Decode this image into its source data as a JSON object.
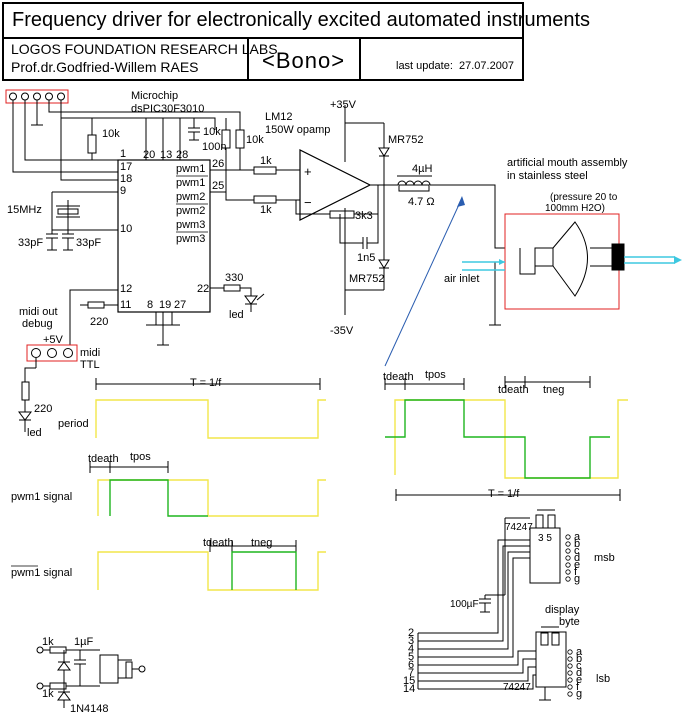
{
  "header": {
    "title": "Frequency driver for electronically excited automated instruments",
    "org_line1": "LOGOS FOUNDATION RESEARCH LABS",
    "org_line2": "Prof.dr.Godfried-Willem RAES",
    "project": "<Bono>",
    "last_update_label": "last update:",
    "last_update_date": "27.07.2007"
  },
  "mcu": {
    "name_line1": "Microchip",
    "name_line2": "dsPIC30F3010",
    "pins_top": [
      "20",
      "13",
      "28"
    ],
    "pins_left": [
      "1",
      "17",
      "18",
      "9",
      "10",
      "12",
      "11"
    ],
    "pins_bottom": [
      "8",
      "19",
      "27"
    ],
    "pin_22": "22",
    "outputs": [
      "pwm1",
      "pwm1",
      "pwm2",
      "pwm2",
      "pwm3",
      "pwm3"
    ],
    "output_pins": [
      "26",
      "25"
    ]
  },
  "components": {
    "r_10k_a": "10k",
    "r_10k_b": "10k",
    "r_10k_c": "10k",
    "c_100n": "100n",
    "crystal": "15MHz",
    "c_33pf_a": "33pF",
    "c_33pf_b": "33pF",
    "r_1k_a": "1k",
    "r_1k_b": "1k",
    "r_3k3": "3k3",
    "c_1n5": "1n5",
    "r_330": "330",
    "r_220_a": "220",
    "r_220_b": "220",
    "led_a": "led",
    "led_b": "led",
    "inductor": "4µH",
    "r_4_7": "4.7 Ω",
    "diode_top": "MR752",
    "diode_bottom": "MR752",
    "c_100uf": "100µF"
  },
  "amplifier": {
    "name": "LM12",
    "desc": "150W opamp",
    "vpos": "+35V",
    "vneg": "-35V",
    "plus": "+",
    "minus": "−"
  },
  "midi": {
    "label_line1": "midi out",
    "label_line2": "debug",
    "supply": "+5V",
    "ttl_line1": "midi",
    "ttl_line2": "TTL"
  },
  "mouth": {
    "title_line1": "artificial mouth assembly",
    "title_line2": "in stainless steel",
    "pressure_line1": "(pressure 20 to",
    "pressure_line2": "100mm H2O)",
    "air_inlet": "air inlet"
  },
  "timing": {
    "period_formula": "T = 1/f",
    "period_label": "period",
    "pwm1_label": "pwm1 signal",
    "pwm1n_label": "pwm1 signal",
    "tdeath": "tdeath",
    "tpos": "tpos",
    "tneg": "tneg"
  },
  "display": {
    "ic_name": "74247",
    "pins_35": "3 5",
    "segments": [
      "a",
      "b",
      "c",
      "d",
      "e",
      "f",
      "g"
    ],
    "msb": "msb",
    "lsb": "lsb",
    "byte_line1": "display",
    "byte_line2": "byte",
    "bit_inputs": [
      "2",
      "3",
      "4",
      "5",
      "6",
      "7",
      "15",
      "14"
    ]
  },
  "midi_in": {
    "r1": "1k",
    "r2": "1k",
    "c1": "1µF",
    "diode": "1N4148"
  },
  "colors": {
    "waveform_yellow": "#f2e64a",
    "waveform_green": "#1fb51f",
    "highlight_red": "#e02020",
    "air_cyan": "#3ec8e0",
    "arrow_blue": "#2a5db0"
  }
}
